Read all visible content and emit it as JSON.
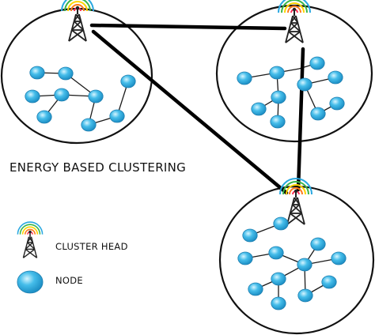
{
  "diagram": {
    "title": "ENERGY BASED CLUSTERING",
    "legend": {
      "cluster_head_label": "CLUSTER HEAD",
      "node_label": "NODE"
    },
    "colors": {
      "node_fill": "#3bb6e6",
      "node_highlight": "#bfeefc",
      "node_stroke": "#1f7fb0",
      "edge": "#1a1a1a",
      "backbone": "#000000",
      "cluster_outline": "#111111",
      "tower": "#222222",
      "signal_rings": [
        "#ff2d55",
        "#ff7a1a",
        "#ffd400",
        "#39b54a",
        "#29a8e0"
      ]
    },
    "clusters": [
      {
        "name": "cluster-1",
        "head": "head-1"
      },
      {
        "name": "cluster-2",
        "head": "head-2"
      },
      {
        "name": "cluster-3",
        "head": "head-3"
      }
    ]
  }
}
